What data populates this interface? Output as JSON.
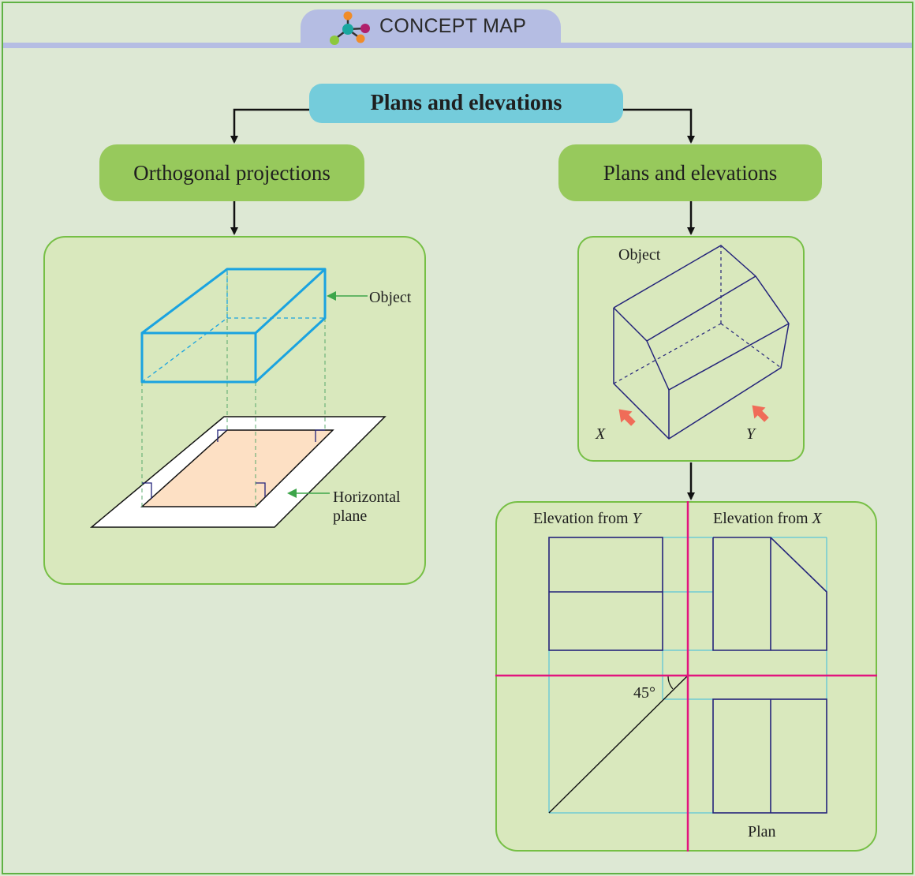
{
  "header": {
    "title": "CONCEPT MAP"
  },
  "root": {
    "label": "Plans and elevations"
  },
  "branches": [
    {
      "label": "Orthogonal projections"
    },
    {
      "label": "Plans and elevations"
    }
  ],
  "orthogonal": {
    "object_label": "Object",
    "plane_label_1": "Horizontal",
    "plane_label_2": "plane"
  },
  "object_view": {
    "title": "Object",
    "x_label": "X",
    "y_label": "Y"
  },
  "views": {
    "elev_y_prefix": "Elevation from ",
    "elev_y_var": "Y",
    "elev_x_prefix": "Elevation from ",
    "elev_x_var": "X",
    "angle_label": "45°",
    "plan_label": "Plan"
  },
  "colors": {
    "background": "#dde8d4",
    "frame": "#5fb244",
    "header": "#b5bde3",
    "root_box": "#74ccdb",
    "branch_box": "#97c95c",
    "panel": "#d9e8bd",
    "box_edge": "#1aa3e0",
    "plane_fill": "#fde0c4",
    "axis_line": "#e2147e",
    "drawing_line": "#23237a",
    "construction_line": "#3bbde0",
    "arrow": "#f06c58",
    "pointer": "#3da54a"
  }
}
